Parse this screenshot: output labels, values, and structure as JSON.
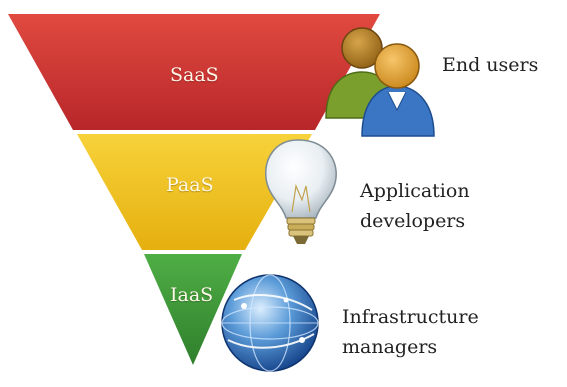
{
  "tiers": [
    {
      "label": "SaaS",
      "color": "#cf3433",
      "role": "End users",
      "icon": "users-icon"
    },
    {
      "label": "PaaS",
      "color": "#f1c21a",
      "role_lines": [
        "Application",
        "developers"
      ],
      "icon": "lightbulb-icon"
    },
    {
      "label": "IaaS",
      "color": "#3f9b3a",
      "role_lines": [
        "Infrastructure",
        "managers"
      ],
      "icon": "globe-icon"
    }
  ]
}
